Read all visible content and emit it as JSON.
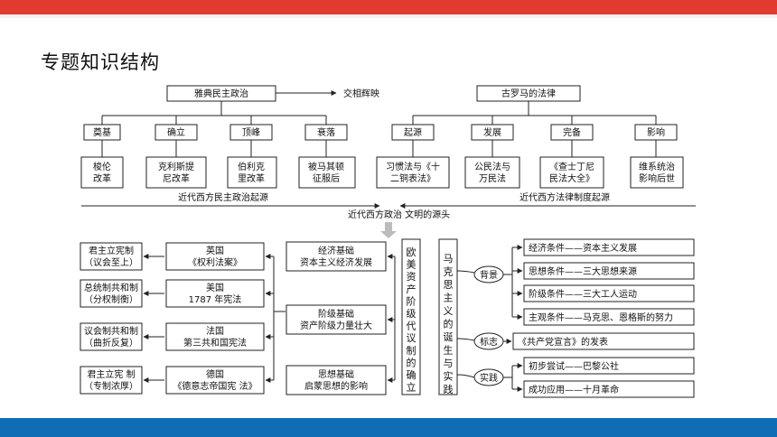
{
  "header": {
    "title": "专题知识结构"
  },
  "greece": {
    "root": "雅典民主政治",
    "side": "交相辉映",
    "cats": [
      "奠基",
      "确立",
      "顶峰",
      "衰落"
    ],
    "items": [
      [
        "梭伦",
        "改革"
      ],
      [
        "克利斯提",
        "尼改革"
      ],
      [
        "伯利克",
        "里改革"
      ],
      [
        "被马其顿",
        "征服后"
      ]
    ],
    "source": "近代西方民主政治起源"
  },
  "rome": {
    "root": "古罗马的法律",
    "cats": [
      "起源",
      "发展",
      "完备",
      "影响"
    ],
    "items": [
      [
        "习惯法与《十",
        "二铜表法》"
      ],
      [
        "公民法与",
        "万民法"
      ],
      [
        "《查士丁尼",
        "民法大全》"
      ],
      [
        "维系统治",
        "影响后世"
      ]
    ],
    "source": "近代西方法律制度起源"
  },
  "center_caption": "近代西方政治  文明的源头",
  "countries": [
    {
      "system": [
        "君主立宪制",
        "（议会至上）"
      ],
      "doc": [
        "英国",
        "《权利法案》"
      ]
    },
    {
      "system": [
        "总统制共和制",
        "（分权制衡）"
      ],
      "doc": [
        "美国",
        "1787 年宪法"
      ]
    },
    {
      "system": [
        "议会制共和制",
        "（曲折反复）"
      ],
      "doc": [
        "法国",
        "第三共和国宪法"
      ]
    },
    {
      "system": [
        "君主立宪 制",
        "（专制浓厚）"
      ],
      "doc": [
        "德国",
        "《德意志帝国宪 法》"
      ]
    }
  ],
  "bases": [
    [
      "经济基础",
      "资本主义经济发展"
    ],
    [
      "阶级基础",
      "资产阶级力量壮大"
    ],
    [
      "思想基础",
      "启蒙思想的影响"
    ]
  ],
  "central": "欧美资产阶级代议制的确立",
  "marxism": "马克思主义的诞生与实践",
  "branches": {
    "background": "背景",
    "sign": "标志",
    "practice": "实践"
  },
  "background_items": [
    "经济条件——资本主义发展",
    "思想条件——三大思想来源",
    "阶级条件——三大工人运动",
    "主观条件——马克思、恩格斯的努力"
  ],
  "sign_item": "《共产党宣言》的发表",
  "practice_items": [
    "初步尝试——巴黎公社",
    "成功应用——十月革命"
  ]
}
